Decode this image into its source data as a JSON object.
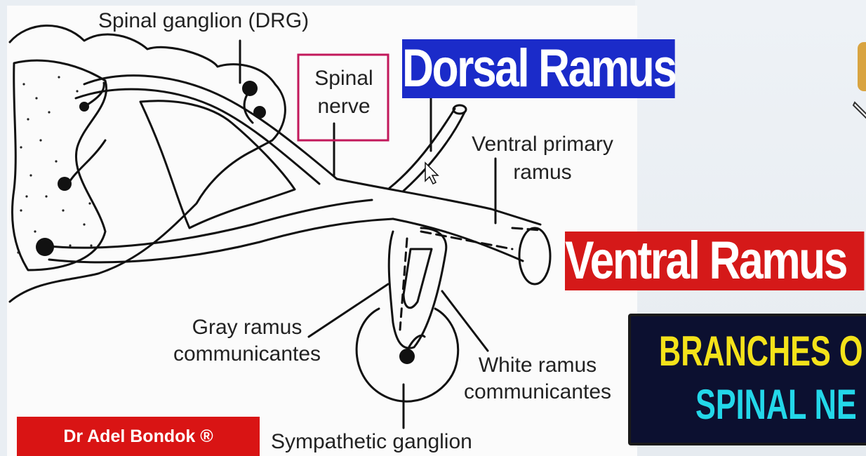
{
  "diagram": {
    "labels": {
      "spinal_ganglion": "Spinal ganglion (DRG)",
      "spinal_nerve": "Spinal\nnerve",
      "ventral_primary": "Ventral primary\nramus",
      "gray_ramus": "Gray ramus\ncommunicantes",
      "white_ramus": "White ramus\ncommunicantes",
      "sympathetic": "Sympathetic ganglion"
    }
  },
  "banners": {
    "dorsal": "Dorsal  Ramus",
    "ventral": "Ventral Ramus",
    "branches_line1": "BRANCHES O",
    "branches_line2": "SPINAL NE"
  },
  "author": {
    "name": "Dr Adel Bondok ®"
  },
  "colors": {
    "dorsal_bg": "#1b2bc9",
    "ventral_bg": "#d51919",
    "author_bg": "#d91414",
    "branches_bg": "#0c1030",
    "branches_line1": "#f4e21a",
    "branches_line2": "#23d7e9",
    "spinal_nerve_box": "#c2185b"
  }
}
